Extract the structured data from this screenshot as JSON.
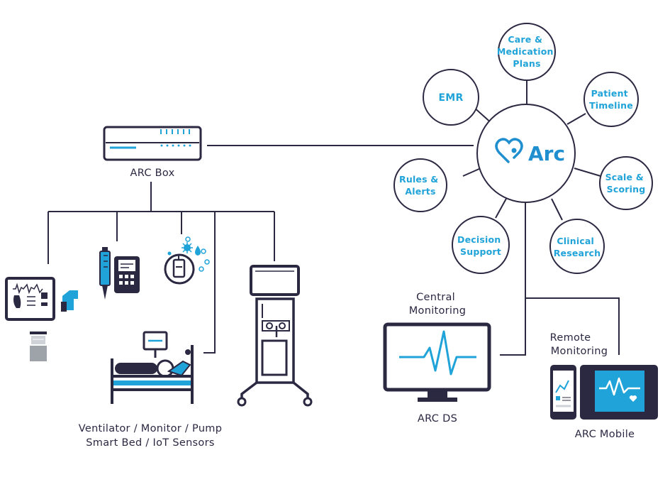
{
  "colors": {
    "dark": "#2b2842",
    "accent": "#1fa3d8",
    "brand": "#1f8fd0",
    "light_gray": "#cfd3d8"
  },
  "hub": {
    "brand": "Arc",
    "icon": "heart-stethoscope-icon"
  },
  "nodes": {
    "care_plans": [
      "Care &",
      "Medication",
      "Plans"
    ],
    "emr": [
      "EMR"
    ],
    "patient_timeline": [
      "Patient",
      "Timeline"
    ],
    "rules_alerts": [
      "Rules &",
      "Alerts"
    ],
    "scale_scoring": [
      "Scale &",
      "Scoring"
    ],
    "decision_support": [
      "Decision",
      "Support"
    ],
    "clinical_research": [
      "Clinical",
      "Research"
    ]
  },
  "labels": {
    "arc_box": "ARC Box",
    "devices_line1": "Ventilator / Monitor / Pump",
    "devices_line2": "Smart Bed / IoT Sensors",
    "central_monitoring_1": "Central",
    "central_monitoring_2": "Monitoring",
    "arc_ds": "ARC DS",
    "remote_monitoring_1": "Remote",
    "remote_monitoring_2": "Monitoring",
    "arc_mobile": "ARC Mobile"
  },
  "icons": {
    "arc_box": "network-box-icon",
    "patient_monitor": "patient-monitor-icon",
    "infusion_pump": "infusion-pump-icon",
    "iot_sensor": "iot-sensor-icon",
    "smart_bed": "smart-bed-icon",
    "ventilator": "ventilator-cart-icon",
    "central_monitor": "central-monitor-icon",
    "mobile_devices": "mobile-devices-icon"
  }
}
